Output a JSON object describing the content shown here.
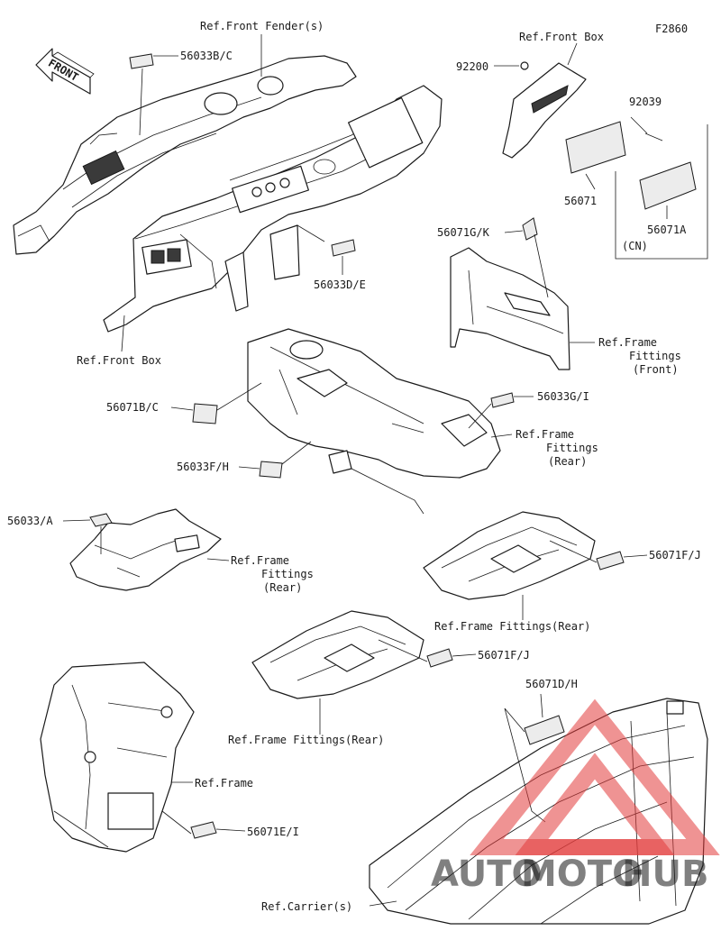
{
  "figure_code": "F2860",
  "front_arrow_text": "FRONT",
  "callouts": {
    "ref_front_fender": "Ref.Front Fender(s)",
    "p56033bc": "56033B/C",
    "ref_front_box_top": "Ref.Front Box",
    "p92200": "92200",
    "p92039": "92039",
    "p56071": "56071",
    "p56071a": "56071A",
    "cn": "(CN)",
    "p56071gk": "56071G/K",
    "p56033de": "56033D/E",
    "ref_front_box_bottom": "Ref.Front Box",
    "ref_frame_fittings_front_l1": "Ref.Frame",
    "ref_frame_fittings_front_l2": "Fittings",
    "ref_frame_fittings_front_l3": "(Front)",
    "p56071bc": "56071B/C",
    "p56033gi": "56033G/I",
    "ref_frame_fittings_rear1_l1": "Ref.Frame",
    "ref_frame_fittings_rear1_l2": "Fittings",
    "ref_frame_fittings_rear1_l3": "(Rear)",
    "p56033fh": "56033F/H",
    "p56033a": "56033/A",
    "ref_frame_fittings_rear2_l1": "Ref.Frame",
    "ref_frame_fittings_rear2_l2": "Fittings",
    "ref_frame_fittings_rear2_l3": "(Rear)",
    "p56071fj_top": "56071F/J",
    "ref_frame_fittings_rear3": "Ref.Frame Fittings(Rear)",
    "p56071fj_mid": "56071F/J",
    "ref_frame_fittings_rear4": "Ref.Frame Fittings(Rear)",
    "p56071dh": "56071D/H",
    "ref_frame": "Ref.Frame",
    "p56071ei": "56071E/I",
    "ref_carrier": "Ref.Carrier(s)"
  },
  "watermark": {
    "text_a": "AUTO",
    "text_b": "MOTO",
    "text_c": "HUB",
    "color_red": "#e23b3b",
    "color_orange": "#f0a23a"
  }
}
